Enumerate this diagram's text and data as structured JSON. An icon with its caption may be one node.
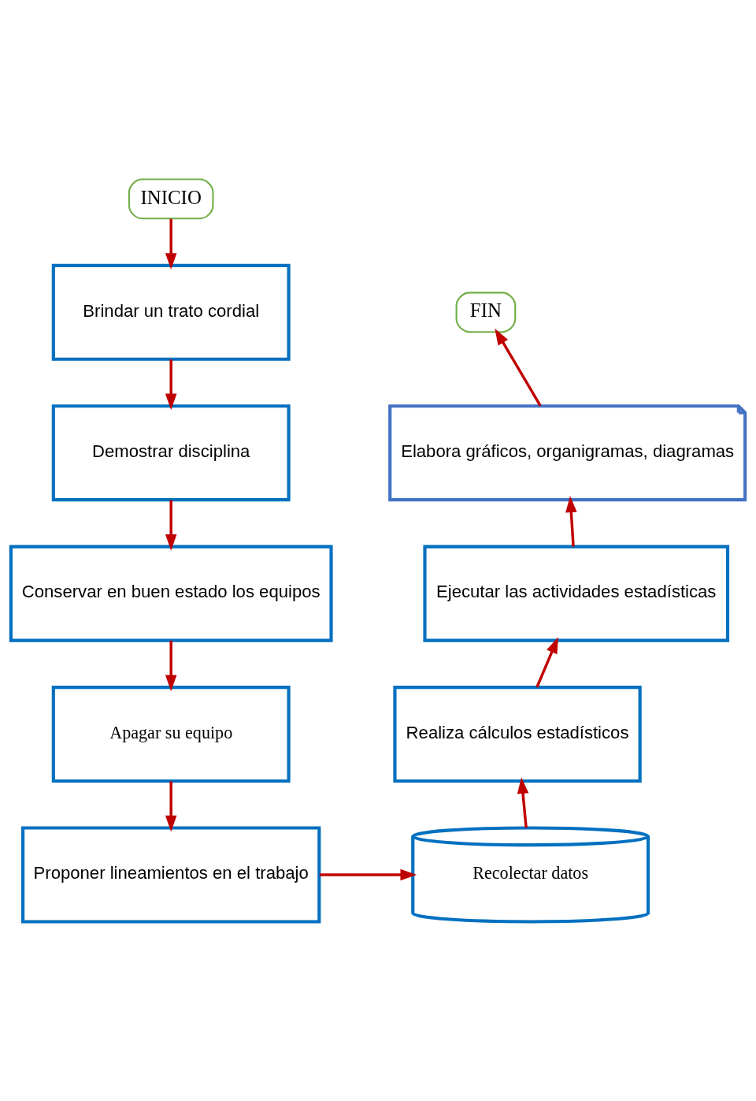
{
  "diagram": {
    "nodes": [
      {
        "text": [
          "INICIO"
        ]
      },
      {
        "text": [
          "Brindar un trato cordial"
        ]
      },
      {
        "text": [
          "Demostrar disciplina"
        ]
      },
      {
        "text": [
          "Conservar en buen estado los equipos"
        ]
      },
      {
        "text": [
          "Apagar su equipo"
        ]
      },
      {
        "text": [
          "Proponer lineamientos en el trabajo"
        ]
      },
      {
        "text": [
          "Recolectar datos"
        ]
      },
      {
        "text": [
          "Realiza cálculos estadísticos"
        ]
      },
      {
        "text": [
          "Ejecutar las actividades estadísticas"
        ]
      },
      {
        "text": [
          "Elabora gráficos, organigramas, diagramas"
        ]
      },
      {
        "text": [
          "FIN"
        ]
      }
    ],
    "edges": [
      {
        "from": 0,
        "to": 1,
        "arrow": "to"
      },
      {
        "from": 1,
        "to": 2,
        "arrow": "to"
      },
      {
        "from": 2,
        "to": 3,
        "arrow": "to"
      },
      {
        "from": 3,
        "to": 4,
        "arrow": "to"
      },
      {
        "from": 4,
        "to": 5,
        "arrow": "to"
      },
      {
        "from": 5,
        "to": 6,
        "arrow": "to"
      },
      {
        "from": 6,
        "to": 7,
        "arrow": "to"
      },
      {
        "from": 7,
        "to": 8,
        "arrow": "to"
      },
      {
        "from": 8,
        "to": 9,
        "arrow": "to"
      },
      {
        "from": 9,
        "to": 10,
        "arrow": "to"
      }
    ]
  }
}
